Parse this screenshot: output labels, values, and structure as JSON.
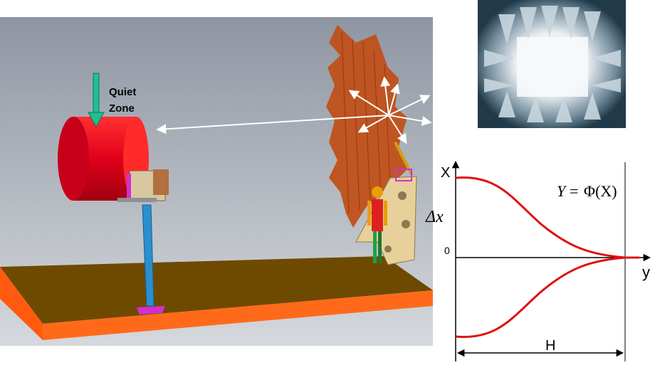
{
  "scene": {
    "quiet_zone_label_line1": "Quiet",
    "quiet_zone_label_line2": "Zone"
  },
  "graph": {
    "axis_x_label": "X",
    "axis_y_label": "y",
    "delta_label": "Δx",
    "origin_label": "0",
    "length_label": "H",
    "formula_lhs": "Y",
    "formula_eq": "=",
    "formula_rhs": "Φ(X)"
  },
  "colors": {
    "floor_top": "#6e4a00",
    "floor_edge": "#ff6a1a",
    "quiet_zone": "#e0001a",
    "reflector": "#c0501a",
    "mast": "#2a8fd0",
    "profile_curve": "#e01010",
    "arrow_green": "#1fc090"
  }
}
